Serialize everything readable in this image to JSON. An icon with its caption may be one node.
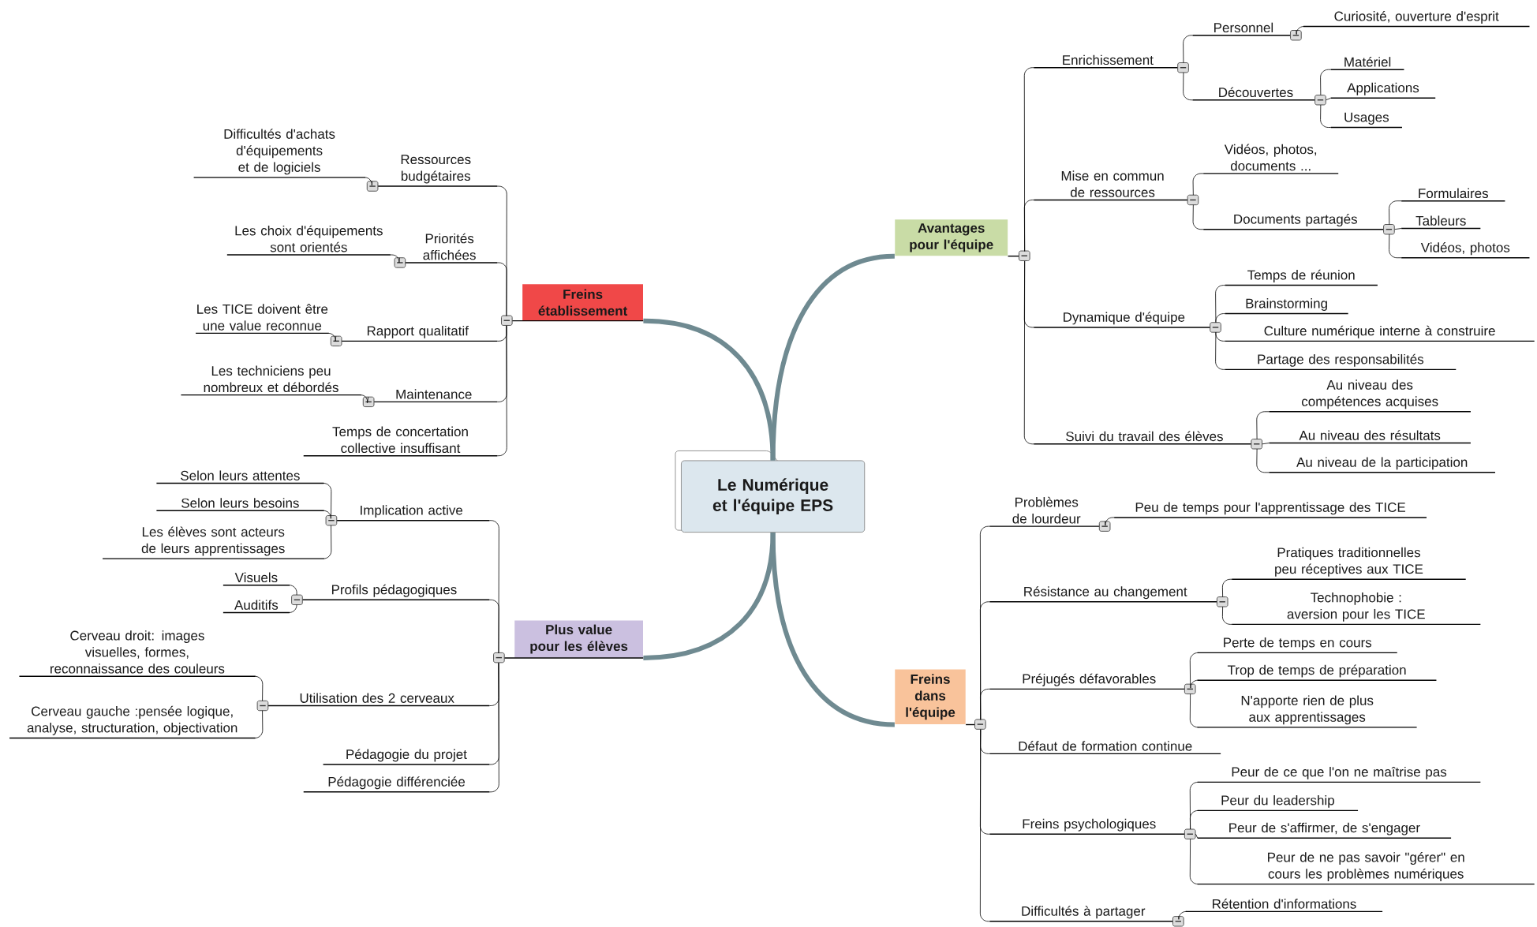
{
  "diagram": {
    "nodes": [
      {
        "text": [
          "Le Numérique et l'équipe EPS"
        ]
      },
      {
        "text": [
          "Avantages pour l'équipe"
        ]
      },
      {
        "text": [
          "Enrichissement"
        ]
      },
      {
        "text": [
          "Personnel"
        ]
      },
      {
        "text": [
          "Curiosité, ouverture d'esprit"
        ]
      },
      {
        "text": [
          "Découvertes"
        ]
      },
      {
        "text": [
          "Matériel"
        ]
      },
      {
        "text": [
          "Applications"
        ]
      },
      {
        "text": [
          "Usages"
        ]
      },
      {
        "text": [
          "Mise en commun de ressources"
        ]
      },
      {
        "text": [
          "Vidéos, photos, documents ..."
        ]
      },
      {
        "text": [
          "Documents partagés"
        ]
      },
      {
        "text": [
          "Formulaires"
        ]
      },
      {
        "text": [
          "Tableurs"
        ]
      },
      {
        "text": [
          "Vidéos, photos"
        ]
      },
      {
        "text": [
          "Dynamique d'équipe"
        ]
      },
      {
        "text": [
          "Temps de réunion"
        ]
      },
      {
        "text": [
          "Brainstorming"
        ]
      },
      {
        "text": [
          "Culture numérique interne à construire"
        ]
      },
      {
        "text": [
          "Partage des responsabilités"
        ]
      },
      {
        "text": [
          "Suivi du travail des élèves"
        ]
      },
      {
        "text": [
          "Au niveau des compétences acquises"
        ]
      },
      {
        "text": [
          "Au niveau des résultats"
        ]
      },
      {
        "text": [
          "Au niveau de la participation"
        ]
      },
      {
        "text": [
          "Freins dans l'équipe"
        ]
      },
      {
        "text": [
          "Problèmes de lourdeur"
        ]
      },
      {
        "text": [
          "Peu de temps pour l'apprentissage des TICE"
        ]
      },
      {
        "text": [
          "Résistance au changement"
        ]
      },
      {
        "text": [
          "Pratiques traditionnelles peu réceptives aux TICE"
        ]
      },
      {
        "text": [
          "Technophobie : aversion pour les TICE"
        ]
      },
      {
        "text": [
          "Préjugés défavorables"
        ]
      },
      {
        "text": [
          "Perte de temps en cours"
        ]
      },
      {
        "text": [
          "Trop de temps de préparation"
        ]
      },
      {
        "text": [
          "N'apporte rien de plus aux apprentissages"
        ]
      },
      {
        "text": [
          "Défaut de formation continue"
        ]
      },
      {
        "text": [
          "Freins psychologiques"
        ]
      },
      {
        "text": [
          "Peur de ce que l'on ne maîtrise pas"
        ]
      },
      {
        "text": [
          "Peur du leadership"
        ]
      },
      {
        "text": [
          "Peur de s'affirmer, de s'engager"
        ]
      },
      {
        "text": [
          "Peur de ne pas savoir \"gérer\" en cours les problèmes numériques"
        ]
      },
      {
        "text": [
          "Difficultés à partager"
        ]
      },
      {
        "text": [
          "Rétention d'informations"
        ]
      },
      {
        "text": [
          "Freins établissement"
        ]
      },
      {
        "text": [
          "Ressources budgétaires"
        ]
      },
      {
        "text": [
          "Difficultés d'achats d'équipements et de logiciels"
        ]
      },
      {
        "text": [
          "Priorités affichées"
        ]
      },
      {
        "text": [
          "Les choix d'équipements sont orientés"
        ]
      },
      {
        "text": [
          "Rapport qualitatif"
        ]
      },
      {
        "text": [
          "Les TICE doivent être une value reconnue"
        ]
      },
      {
        "text": [
          "Maintenance"
        ]
      },
      {
        "text": [
          "Les techniciens peu nombreux et débordés"
        ]
      },
      {
        "text": [
          "Temps de concertation collective insuffisant"
        ]
      },
      {
        "text": [
          "Plus value pour les élèves"
        ]
      },
      {
        "text": [
          "Implication active"
        ]
      },
      {
        "text": [
          "Selon leurs attentes"
        ]
      },
      {
        "text": [
          "Selon leurs besoins"
        ]
      },
      {
        "text": [
          "Les élèves sont acteurs de leurs apprentissages"
        ]
      },
      {
        "text": [
          "Profils pédagogiques"
        ]
      },
      {
        "text": [
          "Visuels"
        ]
      },
      {
        "text": [
          "Auditifs"
        ]
      },
      {
        "text": [
          "Utilisation des 2 cerveaux"
        ]
      },
      {
        "text": [
          "Cerveau droit:  images visuelles, formes, reconnaissance des couleurs"
        ]
      },
      {
        "text": [
          "Cerveau gauche :pensée logique, analyse, structuration, objectivation"
        ]
      },
      {
        "text": [
          "Pédagogie du projet"
        ]
      },
      {
        "text": [
          "Pédagogie différenciée"
        ]
      }
    ],
    "edges": [
      {
        "from": 0,
        "to": 1,
        "arrow": "none",
        "style": "thick",
        "color": "#6f8a91"
      },
      {
        "from": 0,
        "to": 24,
        "arrow": "none",
        "style": "thick",
        "color": "#6f8a91"
      },
      {
        "from": 0,
        "to": 42,
        "arrow": "none",
        "style": "thick",
        "color": "#6f8a91"
      },
      {
        "from": 0,
        "to": 52,
        "arrow": "none",
        "style": "thick",
        "color": "#6f8a91"
      },
      {
        "from": 1,
        "to": 2,
        "arrow": "none"
      },
      {
        "from": 2,
        "to": 3,
        "arrow": "none"
      },
      {
        "from": 3,
        "to": 4,
        "arrow": "none"
      },
      {
        "from": 2,
        "to": 5,
        "arrow": "none"
      },
      {
        "from": 5,
        "to": 6,
        "arrow": "none"
      },
      {
        "from": 5,
        "to": 7,
        "arrow": "none"
      },
      {
        "from": 5,
        "to": 8,
        "arrow": "none"
      },
      {
        "from": 1,
        "to": 9,
        "arrow": "none"
      },
      {
        "from": 9,
        "to": 10,
        "arrow": "none"
      },
      {
        "from": 9,
        "to": 11,
        "arrow": "none"
      },
      {
        "from": 11,
        "to": 12,
        "arrow": "none"
      },
      {
        "from": 11,
        "to": 13,
        "arrow": "none"
      },
      {
        "from": 11,
        "to": 14,
        "arrow": "none"
      },
      {
        "from": 1,
        "to": 15,
        "arrow": "none"
      },
      {
        "from": 15,
        "to": 16,
        "arrow": "none"
      },
      {
        "from": 15,
        "to": 17,
        "arrow": "none"
      },
      {
        "from": 15,
        "to": 18,
        "arrow": "none"
      },
      {
        "from": 15,
        "to": 19,
        "arrow": "none"
      },
      {
        "from": 1,
        "to": 20,
        "arrow": "none"
      },
      {
        "from": 20,
        "to": 21,
        "arrow": "none"
      },
      {
        "from": 20,
        "to": 22,
        "arrow": "none"
      },
      {
        "from": 20,
        "to": 23,
        "arrow": "none"
      },
      {
        "from": 24,
        "to": 25,
        "arrow": "none"
      },
      {
        "from": 25,
        "to": 26,
        "arrow": "none"
      },
      {
        "from": 24,
        "to": 27,
        "arrow": "none"
      },
      {
        "from": 27,
        "to": 28,
        "arrow": "none"
      },
      {
        "from": 27,
        "to": 29,
        "arrow": "none"
      },
      {
        "from": 24,
        "to": 30,
        "arrow": "none"
      },
      {
        "from": 30,
        "to": 31,
        "arrow": "none"
      },
      {
        "from": 30,
        "to": 32,
        "arrow": "none"
      },
      {
        "from": 30,
        "to": 33,
        "arrow": "none"
      },
      {
        "from": 24,
        "to": 34,
        "arrow": "none"
      },
      {
        "from": 24,
        "to": 35,
        "arrow": "none"
      },
      {
        "from": 35,
        "to": 36,
        "arrow": "none"
      },
      {
        "from": 35,
        "to": 37,
        "arrow": "none"
      },
      {
        "from": 35,
        "to": 38,
        "arrow": "none"
      },
      {
        "from": 35,
        "to": 39,
        "arrow": "none"
      },
      {
        "from": 24,
        "to": 40,
        "arrow": "none"
      },
      {
        "from": 40,
        "to": 41,
        "arrow": "none"
      },
      {
        "from": 42,
        "to": 43,
        "arrow": "none"
      },
      {
        "from": 43,
        "to": 44,
        "arrow": "none"
      },
      {
        "from": 42,
        "to": 45,
        "arrow": "none"
      },
      {
        "from": 45,
        "to": 46,
        "arrow": "none"
      },
      {
        "from": 42,
        "to": 47,
        "arrow": "none"
      },
      {
        "from": 47,
        "to": 48,
        "arrow": "none"
      },
      {
        "from": 42,
        "to": 49,
        "arrow": "none"
      },
      {
        "from": 49,
        "to": 50,
        "arrow": "none"
      },
      {
        "from": 42,
        "to": 51,
        "arrow": "none"
      },
      {
        "from": 52,
        "to": 53,
        "arrow": "none"
      },
      {
        "from": 53,
        "to": 54,
        "arrow": "none"
      },
      {
        "from": 53,
        "to": 55,
        "arrow": "none"
      },
      {
        "from": 53,
        "to": 56,
        "arrow": "none"
      },
      {
        "from": 52,
        "to": 57,
        "arrow": "none"
      },
      {
        "from": 57,
        "to": 58,
        "arrow": "none"
      },
      {
        "from": 57,
        "to": 59,
        "arrow": "none"
      },
      {
        "from": 52,
        "to": 60,
        "arrow": "none"
      },
      {
        "from": 60,
        "to": 61,
        "arrow": "none"
      },
      {
        "from": 60,
        "to": 62,
        "arrow": "none"
      },
      {
        "from": 52,
        "to": 63,
        "arrow": "none"
      },
      {
        "from": 52,
        "to": 64,
        "arrow": "none"
      }
    ]
  }
}
